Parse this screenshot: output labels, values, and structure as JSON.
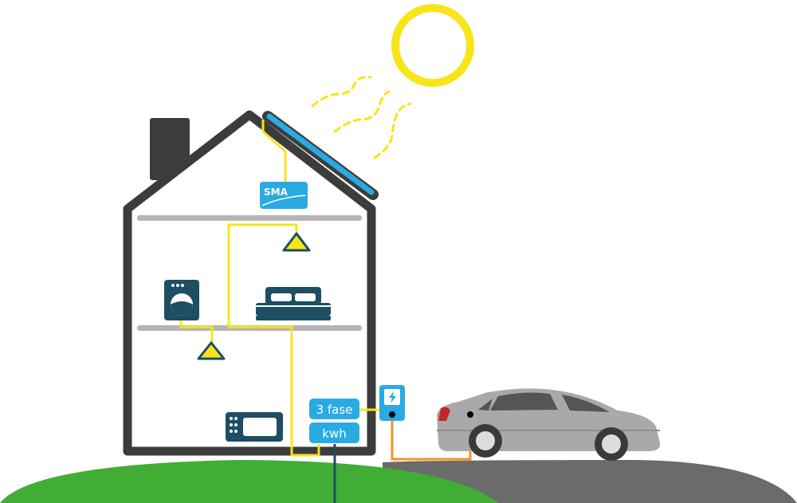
{
  "inverter": {
    "brand": "SMA"
  },
  "meter": {
    "phase_label": "3 fase",
    "energy_label": "kwh"
  },
  "icons": [
    "sun-icon",
    "solar-panel-icon",
    "lamp-icon",
    "washing-machine-icon",
    "bed-icon",
    "microwave-icon",
    "ev-charger-icon",
    "lightning-icon",
    "car-icon"
  ],
  "colors": {
    "house": "#3c3c3c",
    "panel": "#29abe2",
    "sun": "#f7e51a",
    "appliance": "#1d4e63",
    "grass": "#41ad35",
    "road": "#6b6b6b",
    "car": "#a9a9a9",
    "ev_cable": "#f7931e",
    "floor": "#b5b5b5"
  }
}
